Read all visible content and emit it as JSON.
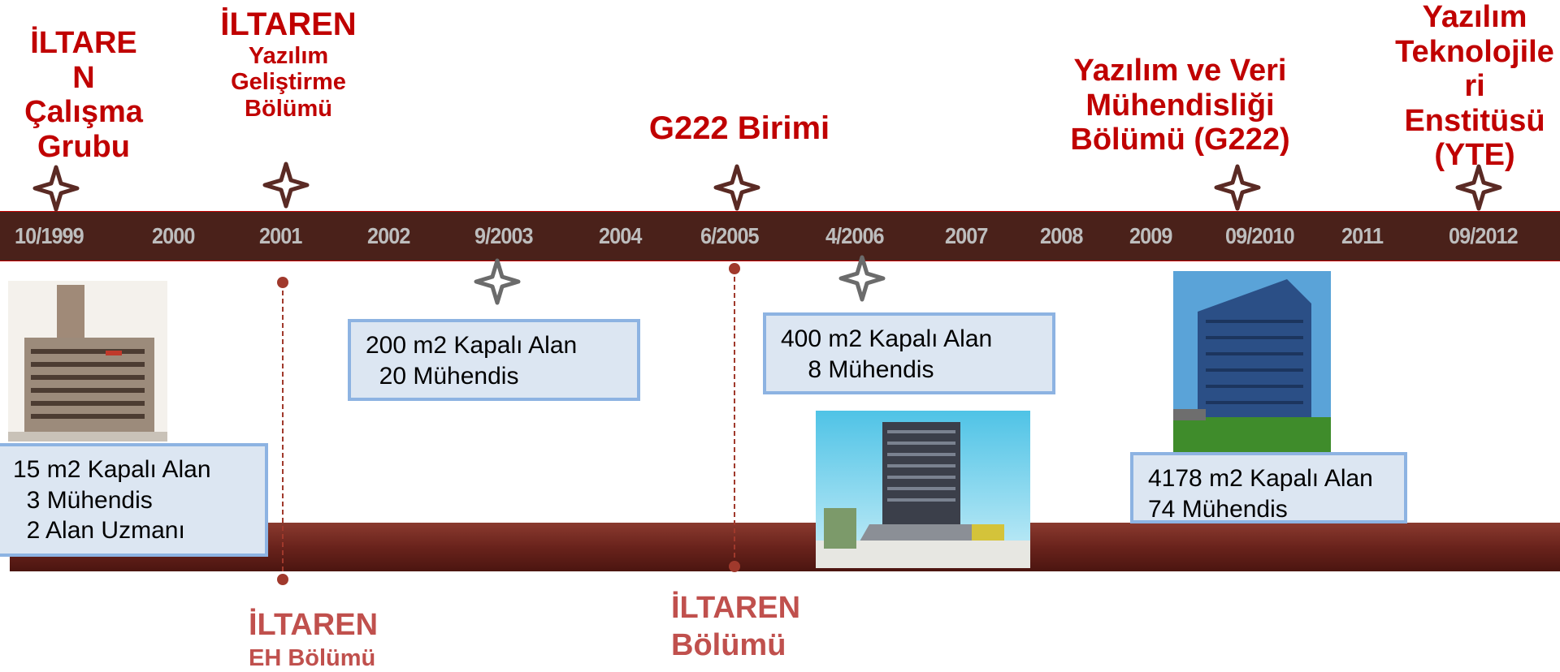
{
  "top_titles": [
    {
      "id": "t1",
      "lines": [
        "İLTARE",
        "N",
        "Çalışma",
        "Grubu"
      ]
    },
    {
      "id": "t2",
      "lines": [
        "İLTAREN"
      ],
      "sub": [
        "Yazılım",
        "Geliştirme",
        "Bölümü"
      ]
    },
    {
      "id": "t3",
      "lines": [
        "G222 Birimi"
      ]
    },
    {
      "id": "t4",
      "lines": [
        "Yazılım ve Veri",
        "Mühendisliği",
        "Bölümü (G222)"
      ]
    },
    {
      "id": "t5",
      "lines": [
        "Yazılım",
        "Teknolojile",
        "ri",
        "Enstitüsü",
        "(YTE)"
      ]
    }
  ],
  "years": [
    "10/1999",
    "2000",
    "2001",
    "2002",
    "9/2003",
    "2004",
    "6/2005",
    "4/2006",
    "2007",
    "2008",
    "2009",
    "09/2010",
    "2011",
    "09/2012"
  ],
  "info_boxes": [
    {
      "id": "box-1999",
      "text": "15 m2 Kapalı Alan\n  3 Mühendis\n  2 Alan Uzmanı"
    },
    {
      "id": "box-2003",
      "text": "200 m2 Kapalı Alan\n  20 Mühendis"
    },
    {
      "id": "box-2006",
      "text": "400 m2 Kapalı Alan\n    8 Mühendis"
    },
    {
      "id": "box-2010",
      "text": "4178 m2 Kapalı Alan\n74 Mühendis"
    }
  ],
  "bottom_labels": [
    {
      "id": "b1",
      "line1": "İLTAREN",
      "line2": "EH Bölümü"
    },
    {
      "id": "b2",
      "line1": "İLTAREN",
      "line2": "Bölümü"
    }
  ],
  "colors": {
    "title_red": "#c00000",
    "band": "#4a211a",
    "lower_band": "#6a231c",
    "box_fill": "#dce6f2",
    "box_border": "#8db3e2",
    "marker": "#a0392c"
  },
  "icons": [
    "four-point-star-icon"
  ]
}
